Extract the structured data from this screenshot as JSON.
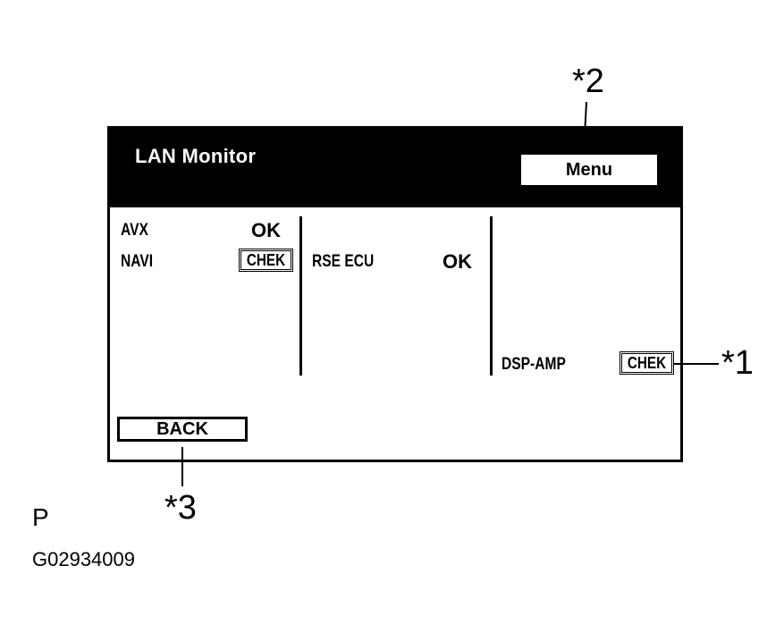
{
  "screen": {
    "title": "LAN Monitor",
    "menu_label": "Menu",
    "back_label": "BACK"
  },
  "devices": {
    "avx": {
      "name": "AVX",
      "status": "OK"
    },
    "navi": {
      "name": "NAVI",
      "status": "CHEK"
    },
    "rse_ecu": {
      "name": "RSE ECU",
      "status": "OK"
    },
    "dsp_amp": {
      "name": "DSP-AMP",
      "status": "CHEK"
    }
  },
  "callouts": {
    "one": "*1",
    "two": "*2",
    "three": "*3"
  },
  "footer": {
    "letter": "P",
    "code": "G02934009"
  }
}
